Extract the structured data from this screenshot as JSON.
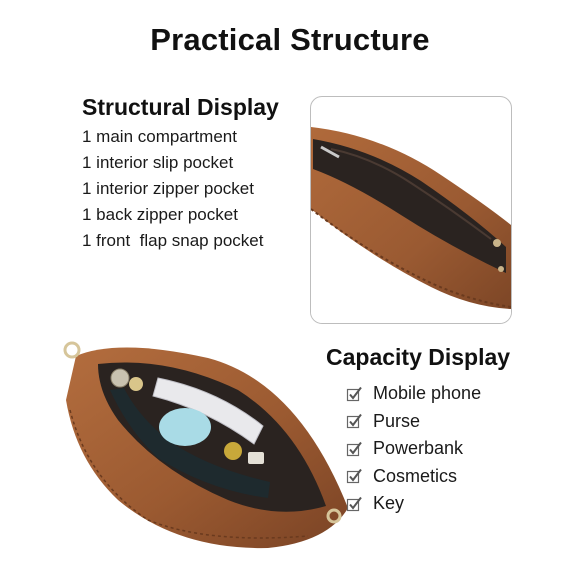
{
  "title": "Practical Structure",
  "structural": {
    "heading": "Structural Display",
    "items": [
      "1 main compartment",
      "1 interior slip pocket",
      "1 interior zipper pocket",
      "1 back zipper pocket",
      "1 front  flap snap pocket"
    ]
  },
  "capacity": {
    "heading": "Capacity Display",
    "items": [
      "Mobile phone",
      "Purse",
      "Powerbank",
      "Cosmetics",
      "Key"
    ]
  },
  "icons": {
    "check": "check-box-icon"
  },
  "colors": {
    "leather": "#9a5a32",
    "lining": "#2a2320",
    "frame_border": "#bdbdbd"
  }
}
